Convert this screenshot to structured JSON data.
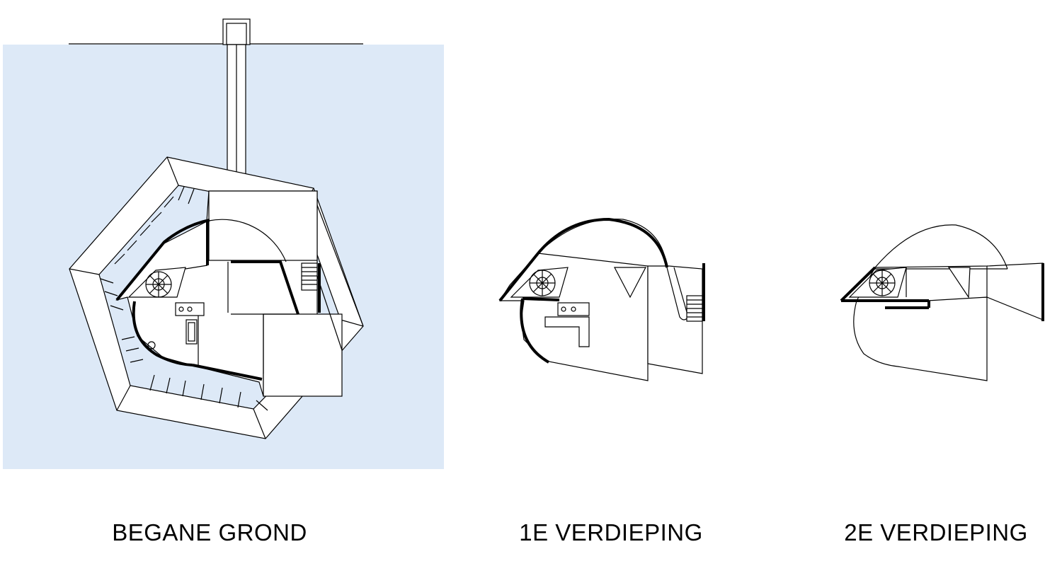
{
  "colors": {
    "water": "#dde9f7",
    "line": "#000000",
    "background": "#ffffff"
  },
  "plans": [
    {
      "label": "BEGANE GROND"
    },
    {
      "label": "1E VERDIEPING"
    },
    {
      "label": "2E VERDIEPING"
    }
  ]
}
